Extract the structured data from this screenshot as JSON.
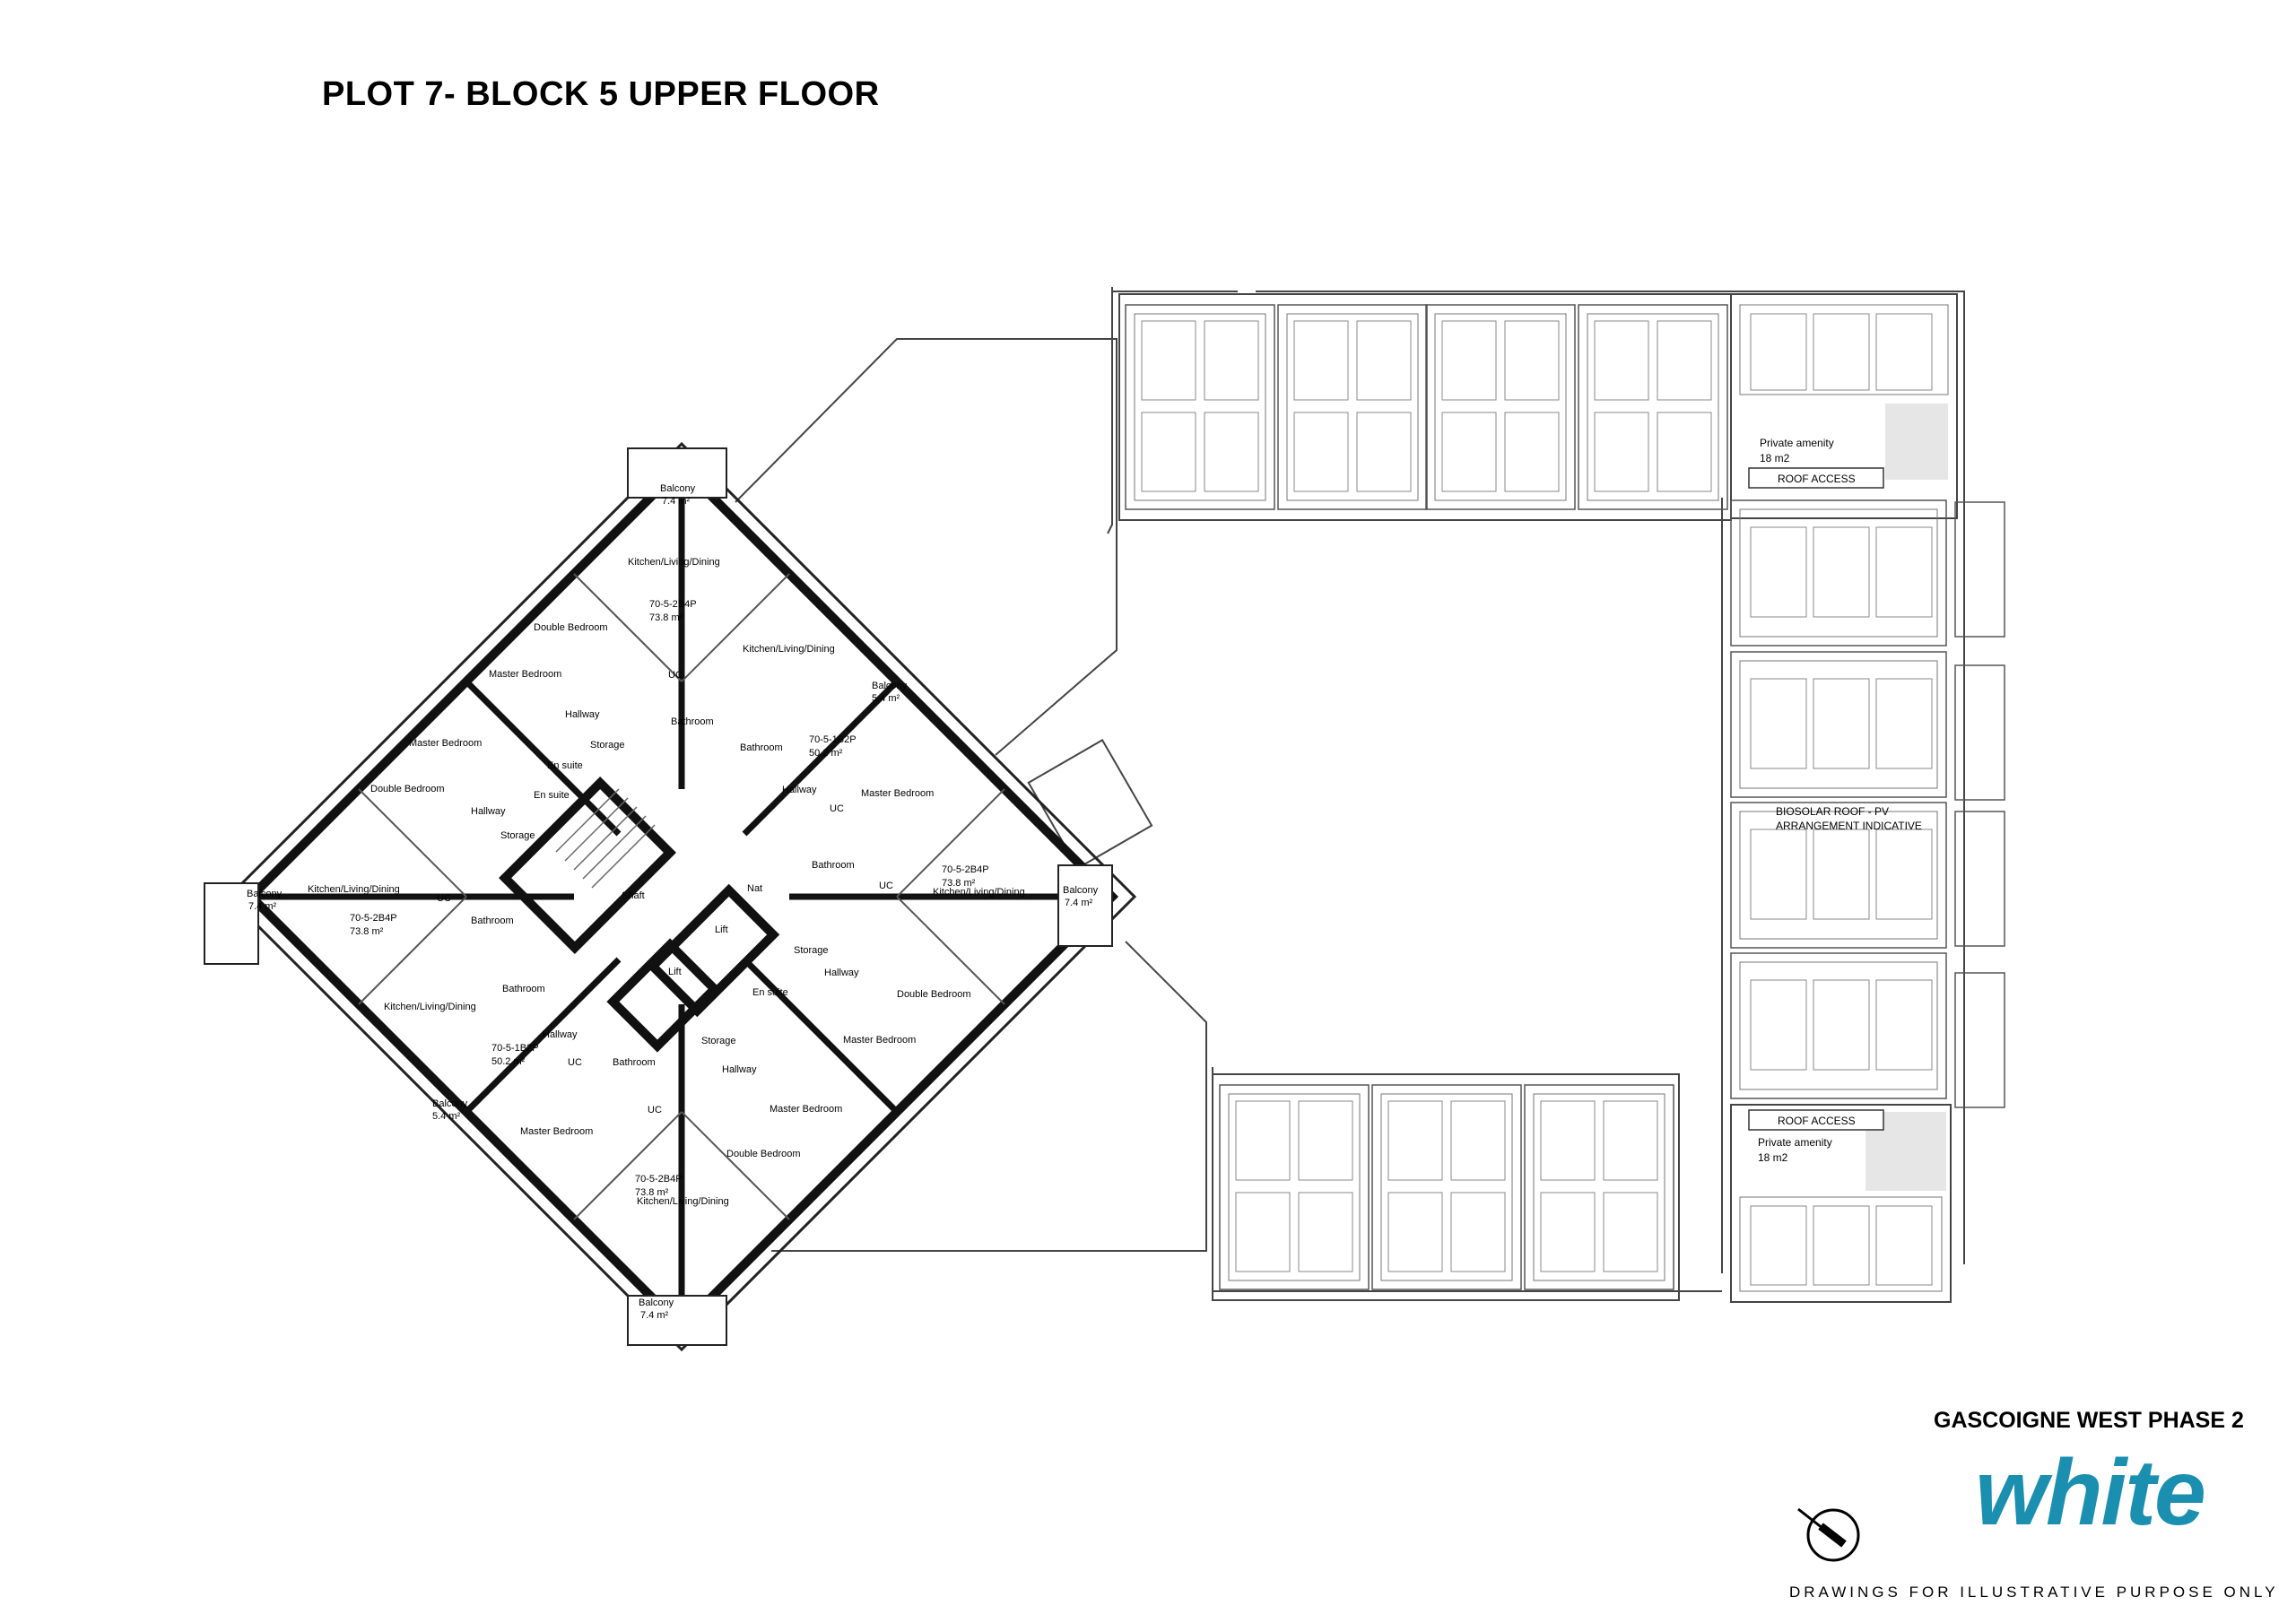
{
  "title": "PLOT 7- BLOCK 5  UPPER FLOOR",
  "project": "GASCOIGNE WEST PHASE 2",
  "logo_text": "white",
  "brand_color": "#1b8fb0",
  "disclaimer": "DRAWINGS FOR ILLUSTRATIVE PURPOSE ONLY",
  "icons": [
    "north-arrow-icon"
  ],
  "units": [
    {
      "code": "70-5-2B4P",
      "area": "73.8 m²"
    },
    {
      "code": "70-5-1B2P",
      "area": "50.2 m²"
    },
    {
      "code": "70-5-2B4P",
      "area": "73.8 m²"
    },
    {
      "code": "70-5-2B4P",
      "area": "73.8 m²"
    },
    {
      "code": "70-5-1B2P",
      "area": "50.2 m²"
    },
    {
      "code": "70-5-2B4P",
      "area": "73.8 m²"
    }
  ],
  "balconies": [
    {
      "name": "Balcony",
      "area": "7.4 m²"
    },
    {
      "name": "Balcony",
      "area": "5.4 m²"
    },
    {
      "name": "Balcony",
      "area": "7.4 m²"
    },
    {
      "name": "Balcony",
      "area": "7.4 m²"
    },
    {
      "name": "Balcony",
      "area": "5.4 m²"
    },
    {
      "name": "Balcony",
      "area": "7.4 m²"
    }
  ],
  "rooms": {
    "kld": "Kitchen/Living/Dining",
    "double": "Double Bedroom",
    "master": "Master Bedroom",
    "hallway": "Hallway",
    "bathroom": "Bathroom",
    "ensuite": "En suite",
    "storage": "Storage",
    "uc": "UC",
    "shaft": "Shaft",
    "nat": "Nat",
    "lift": "Lift"
  },
  "roof": {
    "amenity_label": "Private amenity",
    "amenity_area": "18 m2",
    "roof_access": "ROOF ACCESS",
    "biosolar_line1": "BIOSOLAR ROOF - PV",
    "biosolar_line2": "ARRANGEMENT INDICATIVE"
  }
}
